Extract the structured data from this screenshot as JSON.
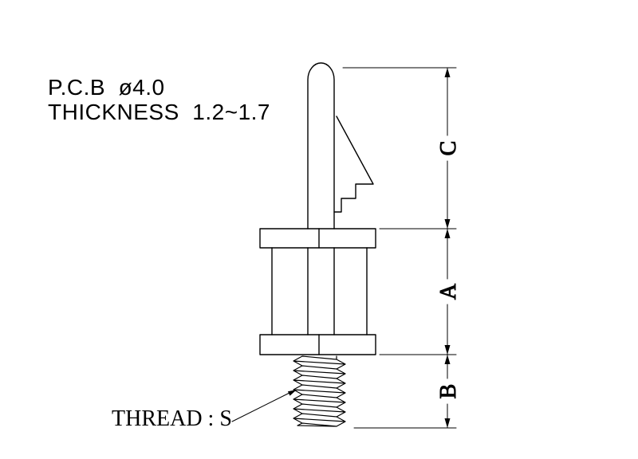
{
  "drawing": {
    "notes": {
      "pcb_line1": "P.C.B  ø4.0",
      "pcb_line2": "THICKNESS  1.2~1.7",
      "thread_note": "THREAD : S"
    },
    "dimension_labels": {
      "c": "C",
      "a": "A",
      "b": "B"
    },
    "colors": {
      "line": "#000000",
      "background": "#ffffff"
    }
  }
}
